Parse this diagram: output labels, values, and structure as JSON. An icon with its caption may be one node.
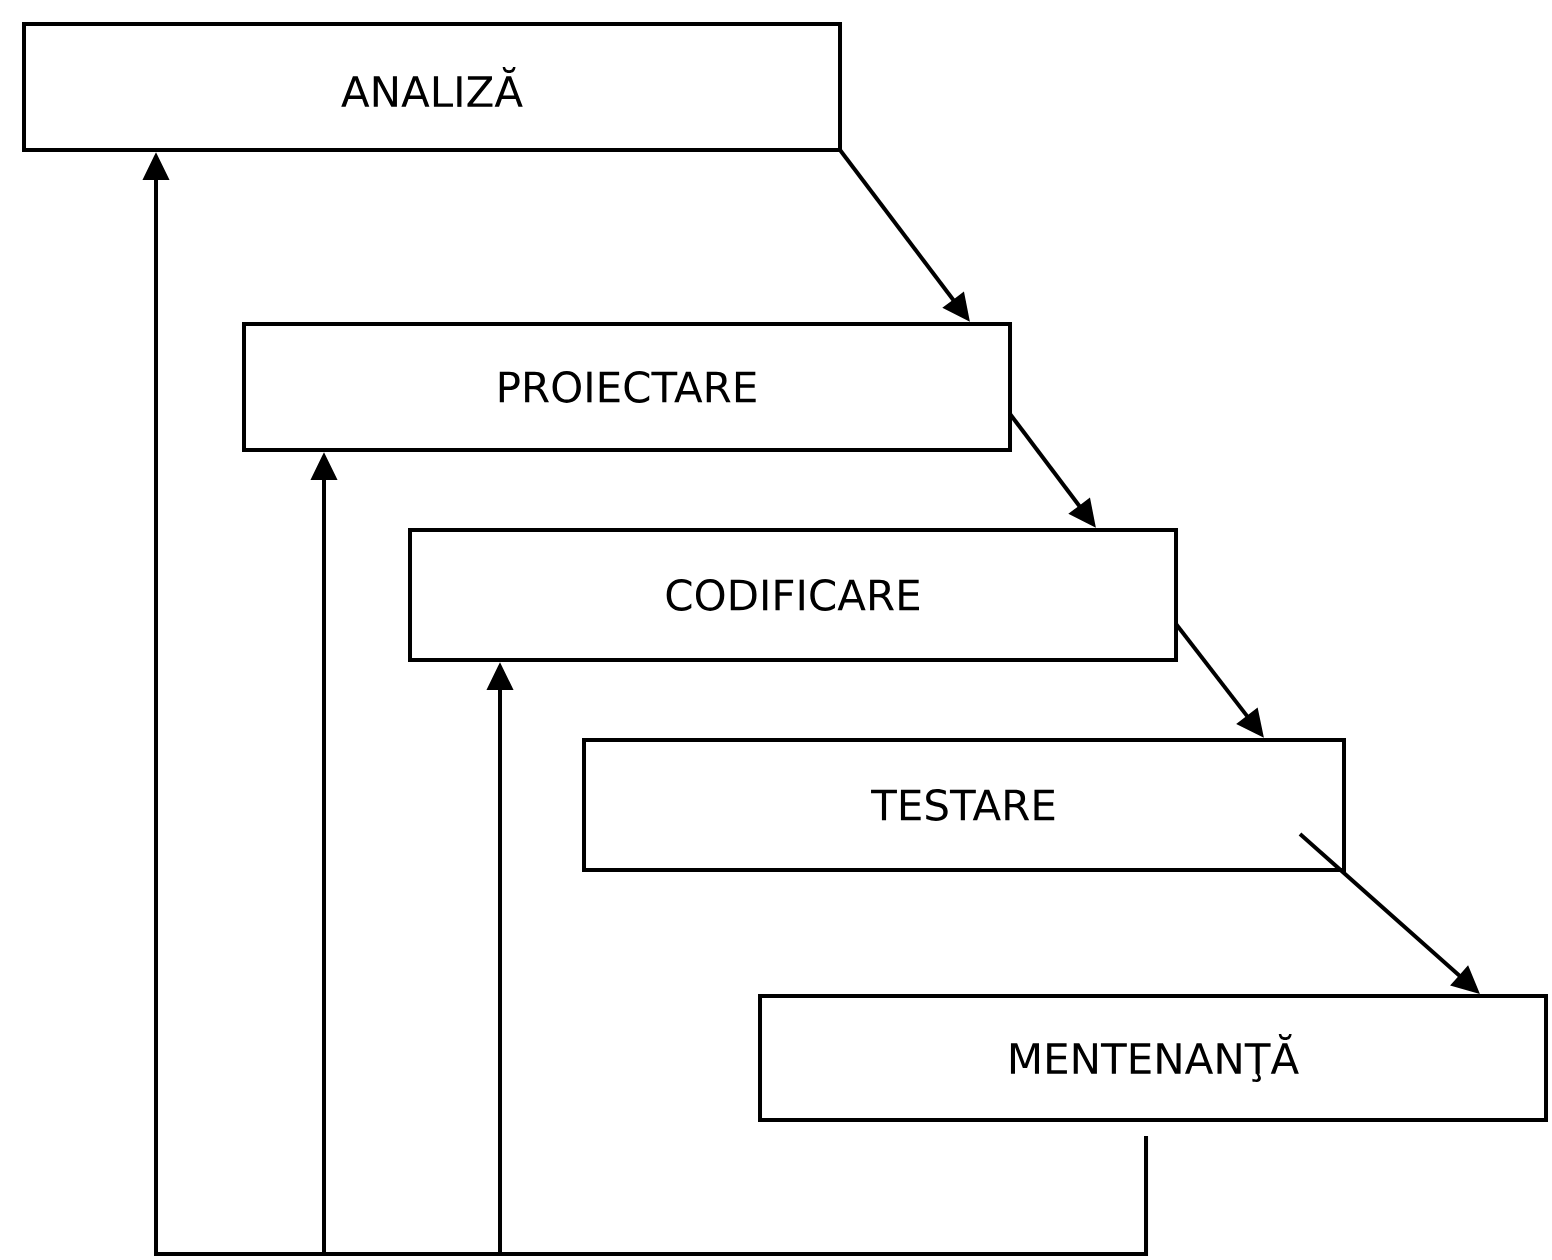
{
  "diagram": {
    "nodes": [
      {
        "text": [
          "ANALIZĂ"
        ]
      },
      {
        "text": [
          "PROIECTARE"
        ]
      },
      {
        "text": [
          "CODIFICARE"
        ]
      },
      {
        "text": [
          "TESTARE"
        ]
      },
      {
        "text": [
          "MENTENANŢĂ"
        ]
      }
    ],
    "edges": [
      {
        "from": 0,
        "to": 1,
        "arrow": "to"
      },
      {
        "from": 1,
        "to": 2,
        "arrow": "to"
      },
      {
        "from": 2,
        "to": 3,
        "arrow": "to"
      },
      {
        "from": 3,
        "to": 4,
        "arrow": "to"
      },
      {
        "from": 4,
        "to": 0,
        "arrow": "to"
      },
      {
        "from": 4,
        "to": 1,
        "arrow": "to"
      },
      {
        "from": 4,
        "to": 2,
        "arrow": "to"
      }
    ]
  }
}
